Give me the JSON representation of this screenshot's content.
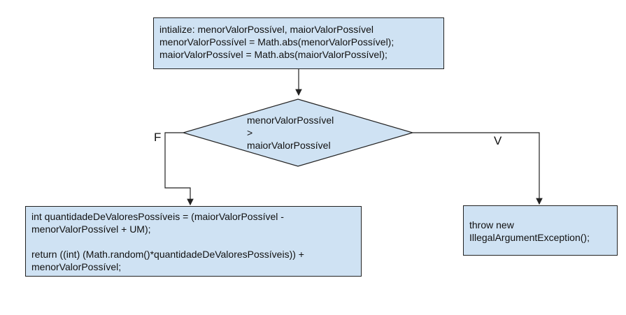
{
  "diagram": {
    "init_box": {
      "text": "intialize: menorValorPossível, maiorValorPossível\nmenorValorPossível = Math.abs(menorValorPossível);\nmaiorValorPossível = Math.abs(maiorValorPossível);"
    },
    "decision": {
      "text": "menorValorPossível\n>\nmaiorValorPossível"
    },
    "false_label": "F",
    "true_label": "V",
    "false_box": {
      "text": "int quantidadeDeValoresPossíveis = (maiorValorPossível -\nmenorValorPossível + UM);\n\nreturn ((int) (Math.random()*quantidadeDeValoresPossíveis)) +\nmenorValorPossível;"
    },
    "true_box": {
      "text": "throw new\nIllegalArgumentException();"
    },
    "colors": {
      "box_fill": "#cfe2f3",
      "stroke": "#222222"
    }
  }
}
